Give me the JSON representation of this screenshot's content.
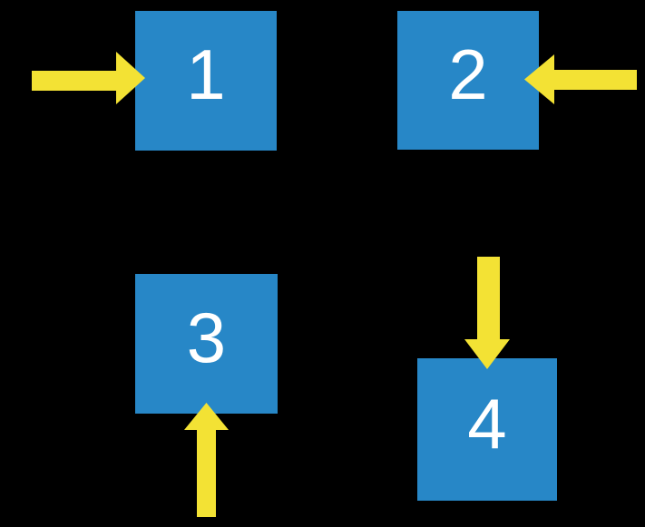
{
  "colors": {
    "background": "#000000",
    "square_blue": "#2787C7",
    "arrow_yellow": "#F3E234",
    "number_white": "#FFFFFF"
  },
  "squares": [
    {
      "label": "1",
      "arrow_direction": "right"
    },
    {
      "label": "2",
      "arrow_direction": "left"
    },
    {
      "label": "3",
      "arrow_direction": "up"
    },
    {
      "label": "4",
      "arrow_direction": "down"
    }
  ]
}
